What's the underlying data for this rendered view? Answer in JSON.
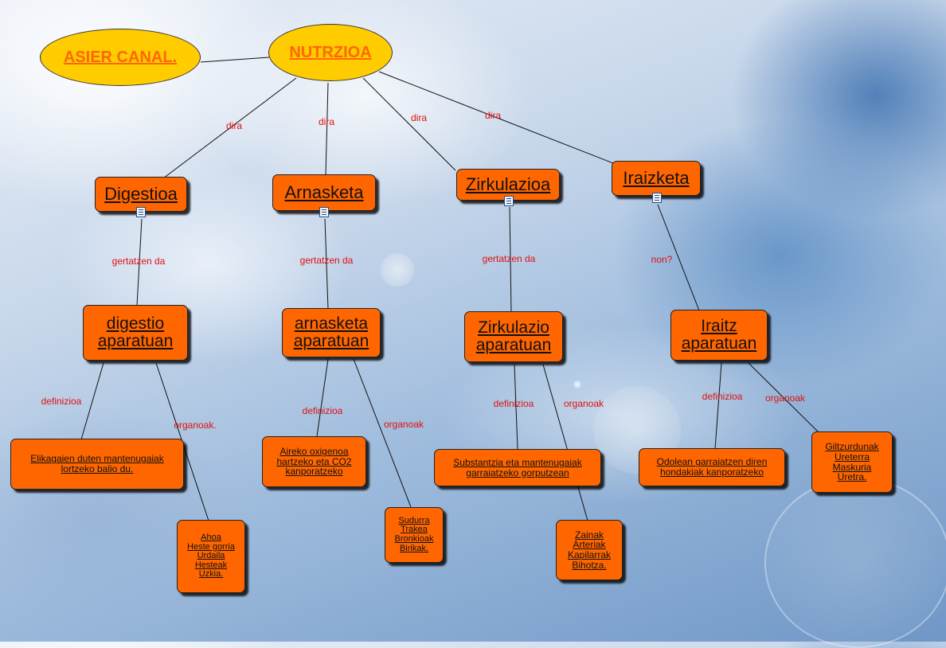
{
  "author": "ASIER CANAL.",
  "root": "NUTRZIOA",
  "link_labels": {
    "dira": "dira",
    "gertatzen_da": "gertatzen da",
    "definizioa": "definizioa",
    "organoak": "organoak",
    "organoak_dot": "organoak.",
    "non": "non?"
  },
  "systems": [
    {
      "name": "Digestioa",
      "apparatus": [
        "digestio",
        "aparatuan"
      ],
      "definition": [
        "Elikagaien duten mantenugaiak",
        "lortzeko balio du."
      ],
      "organs": [
        "Ahoa",
        "Heste gorria",
        "Urdaila",
        "Hesteak",
        "Uzkia."
      ]
    },
    {
      "name": "Arnasketa",
      "apparatus": [
        "arnasketa",
        "aparatuan"
      ],
      "definition": [
        "Aireko oxigenoa",
        "hartzeko eta CO2",
        "kanporatzeko"
      ],
      "organs": [
        "Sudurra",
        "Trakea",
        "Bronkioak",
        "Birikak."
      ]
    },
    {
      "name": "Zirkulazioa",
      "apparatus": [
        "Zirkulazio",
        "aparatuan"
      ],
      "definition": [
        "Substantzia eta mantenugaiak",
        "garraiatzeko gorputzean"
      ],
      "organs": [
        "Zainak",
        "Arteriak",
        "Kapilarrak",
        "Bihotza."
      ]
    },
    {
      "name": "Iraizketa",
      "apparatus": [
        "Iraitz",
        "aparatuan"
      ],
      "definition": [
        "Odolean garraiatzen diren",
        "hondakiak kanporatzeko"
      ],
      "organs": [
        "Giltzurdunak",
        "Ureterra",
        "Maskuria",
        "Uretra."
      ]
    }
  ],
  "colors": {
    "node_fill": "#ff6600",
    "ellipse_fill": "#ffcc00",
    "link_label": "#e01010",
    "line": "#111111"
  }
}
